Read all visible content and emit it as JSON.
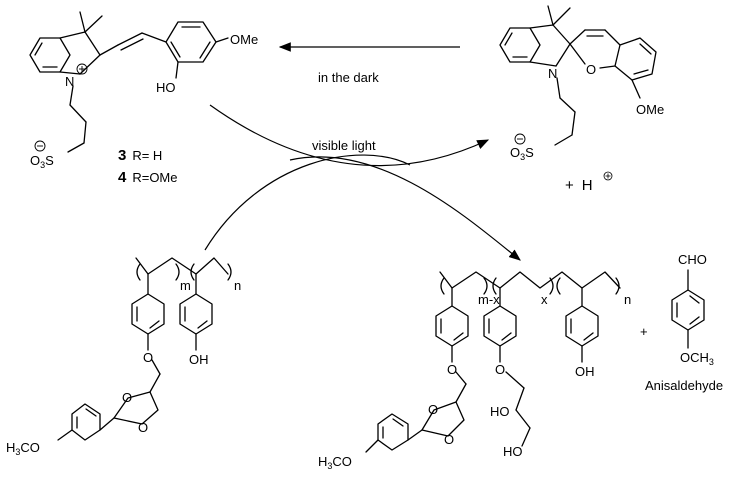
{
  "scheme": {
    "condition_dark": "in the dark",
    "condition_light": "visible light",
    "plus_sign": "+",
    "proton": "H",
    "compound_3_number": "3",
    "compound_3_r": "R= H",
    "compound_4_number": "4",
    "compound_4_r": "R=OMe",
    "anisaldehyde": "Anisaldehyde"
  },
  "labels": {
    "ome": "OMe",
    "ho": "HO",
    "oh": "OH",
    "n": "N",
    "o": "O",
    "o3s": "O",
    "o3s_sub": "3",
    "o3s_s": "S",
    "cho": "CHO",
    "och3": "OCH",
    "och3_sub": "3",
    "h3co": "H",
    "h3co_sub": "3",
    "h3co_rest": "CO",
    "m": "m",
    "n_sub": "n",
    "mx": "m-x",
    "x": "x"
  },
  "colors": {
    "ink": "#000000",
    "background": "#ffffff"
  }
}
